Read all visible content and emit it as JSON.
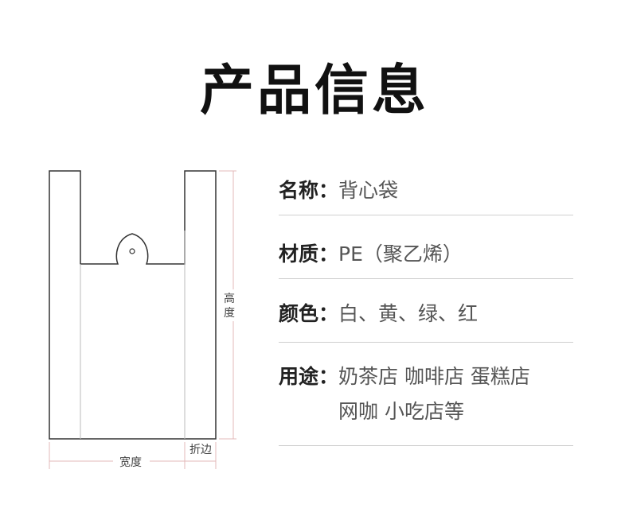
{
  "title": "产品信息",
  "diagram": {
    "height_label_1": "高",
    "height_label_2": "度",
    "width_label": "宽度",
    "fold_label": "折边"
  },
  "info": [
    {
      "label": "名称：",
      "value": "背心袋"
    },
    {
      "label": "材质：",
      "value": "PE（聚乙烯）"
    },
    {
      "label": "颜色：",
      "value": "白、黄、绿、红"
    },
    {
      "label": "用途：",
      "value": "奶茶店 咖啡店 蛋糕店",
      "value2": "网咖 小吃店等"
    }
  ],
  "colors": {
    "outline": "#333333",
    "dimension_line": "#e3b8b8",
    "divider": "#cfcfcf"
  }
}
